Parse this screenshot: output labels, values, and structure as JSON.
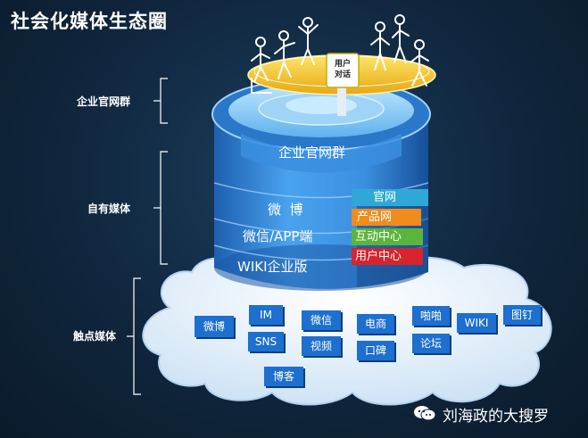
{
  "title": "社会化媒体生态圈",
  "side_labels": {
    "enterprise_sites": "企业官网群",
    "owned_media": "自有媒体",
    "touch_media": "触点媒体"
  },
  "top_disk": {
    "center_label": "用户\n对话",
    "label_line1": "用户",
    "label_line2": "对话"
  },
  "cylinder": {
    "top_layer": "企业官网群",
    "layers": [
      "微  博",
      "微信/APP端",
      "WIKI企业版"
    ]
  },
  "right_tags": [
    {
      "label": "官网",
      "color": "#2fa8d8"
    },
    {
      "label": "产品网",
      "color": "#f08c1c"
    },
    {
      "label": "互动中心",
      "color": "#5bb53a"
    },
    {
      "label": "用户中心",
      "color": "#d8242a"
    }
  ],
  "cloud_tags": [
    "微博",
    "IM",
    "SNS",
    "微信",
    "视频",
    "电商",
    "口碑",
    "啪啪",
    "论坛",
    "WIKI",
    "图钉",
    "博客"
  ],
  "watermark": "刘海政的大搜罗",
  "colors": {
    "background": "#10263d",
    "cylinder_blue": "#2f7fd6",
    "disk_yellow": "#f3c21a",
    "cloud": "#e9f3fb",
    "tag_blue": "#1d6fd0"
  }
}
